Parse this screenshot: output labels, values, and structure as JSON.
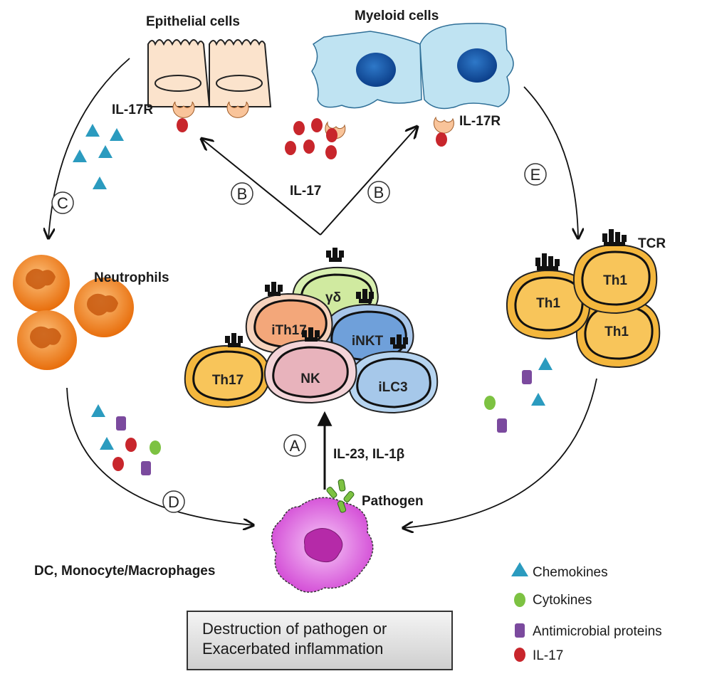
{
  "labels": {
    "epithelial_cells": "Epithelial cells",
    "myeloid_cells": "Myeloid cells",
    "il17r_left": "IL-17R",
    "il17r_right": "IL-17R",
    "il17_center": "IL-17",
    "neutrophils": "Neutrophils",
    "tcr": "TCR",
    "il23_il1b": "IL-23, IL-1β",
    "pathogen": "Pathogen",
    "dc_macrophages": "DC, Monocyte/Macrophages"
  },
  "steps": {
    "a": "A",
    "b_left": "B",
    "b_right": "B",
    "c": "C",
    "d": "D",
    "e": "E"
  },
  "il17_cells": {
    "gd": "γδ",
    "ith17": "iTh17",
    "inkt": "iNKT",
    "th17": "Th17",
    "nk": "NK",
    "ilc3": "iLC3"
  },
  "th1_cells": {
    "top": "Th1",
    "left": "Th1",
    "bottom": "Th1"
  },
  "legend": {
    "chemokines": "Chemokines",
    "cytokines": "Cytokines",
    "antimicrobial": "Antimicrobial proteins",
    "il17": "IL-17"
  },
  "outcome": {
    "line1": "Destruction of pathogen   or",
    "line2": "Exacerbated inflammation"
  },
  "colors": {
    "chemokine": "#2b9bbf",
    "cytokine": "#7dc242",
    "antimicrobial": "#7b4a9e",
    "il17": "#c8262c",
    "th1": "#f4b73d",
    "neutrophil": "#f07f16",
    "macrophage": "#d44fd6",
    "myeloid": "#bfe3f2",
    "epithelial": "#fbe3cc"
  }
}
